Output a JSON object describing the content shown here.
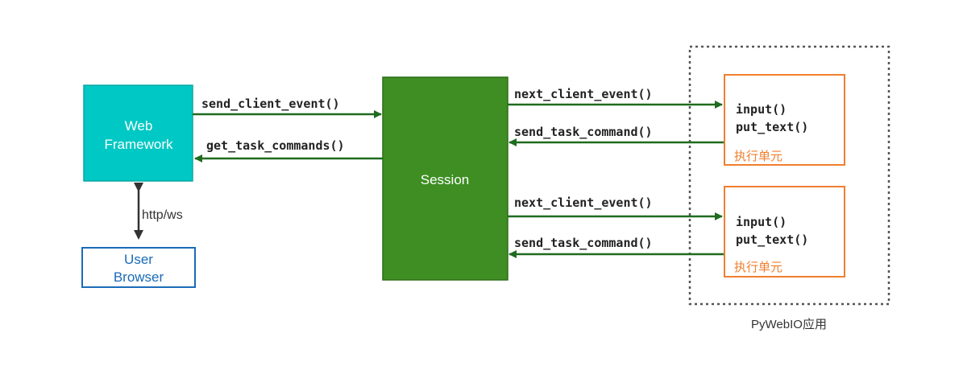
{
  "colors": {
    "web_framework_fill": "#00c8c4",
    "session_fill": "#3e8e23",
    "session_stroke": "#2f6f19",
    "arrow": "#1f6b1f",
    "user_browser_stroke": "#1a6bb8",
    "user_browser_text": "#1a6bb8",
    "exec_unit_stroke": "#f07f2f",
    "exec_unit_text": "#f07f2f",
    "container_border": "#555555",
    "http_arrow": "#333333"
  },
  "web_framework": {
    "line1": "Web",
    "line2": "Framework"
  },
  "user_browser": {
    "line1": "User",
    "line2": "Browser"
  },
  "http_label": "http/ws",
  "session": {
    "label": "Session"
  },
  "left_arrows": {
    "send": "send_client_event()",
    "get": "get_task_commands()"
  },
  "right_arrows": [
    {
      "next": "next_client_event()",
      "send": "send_task_command()"
    },
    {
      "next": "next_client_event()",
      "send": "send_task_command()"
    }
  ],
  "exec_units": [
    {
      "line1": "input()",
      "line2": "put_text()",
      "label": "执行单元"
    },
    {
      "line1": "input()",
      "line2": "put_text()",
      "label": "执行单元"
    }
  ],
  "container_label": "PyWebIO应用"
}
